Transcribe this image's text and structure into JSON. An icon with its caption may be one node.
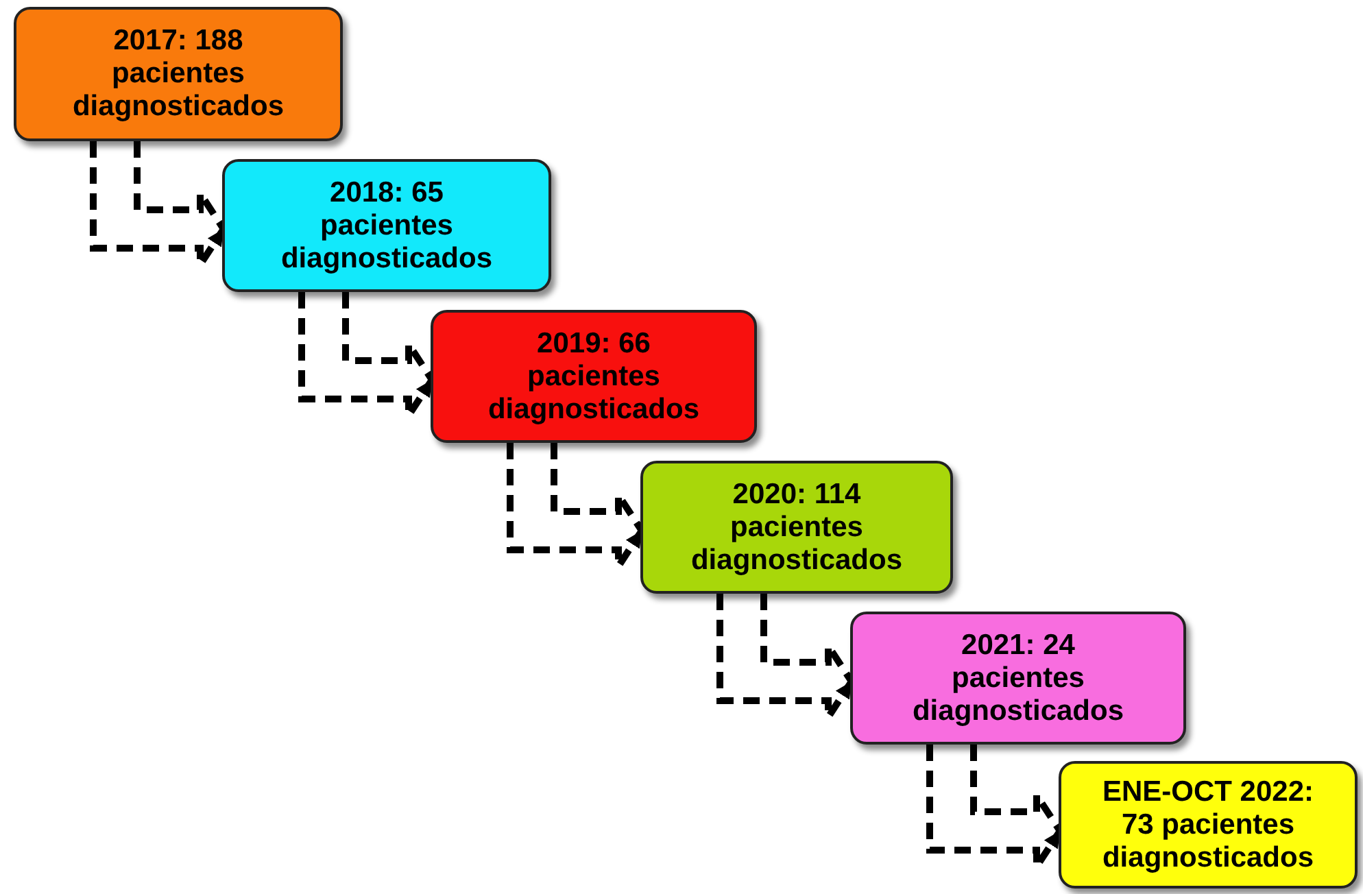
{
  "diagram": {
    "nodes": [
      {
        "text": [
          "2017: 188 pacientes diagnosticados"
        ]
      },
      {
        "text": [
          "2018: 65 pacientes diagnosticados"
        ]
      },
      {
        "text": [
          "2019: 66 pacientes diagnosticados"
        ]
      },
      {
        "text": [
          "2020: 114 pacientes diagnosticados"
        ]
      },
      {
        "text": [
          "2021: 24 pacientes diagnosticados"
        ]
      },
      {
        "text": [
          "ENE-OCT 2022: 73 pacientes diagnosticados"
        ]
      }
    ],
    "edges": [
      {
        "from": 0,
        "to": 1,
        "arrow": "to",
        "style": "dashed"
      },
      {
        "from": 1,
        "to": 2,
        "arrow": "to",
        "style": "dashed"
      },
      {
        "from": 2,
        "to": 3,
        "arrow": "to",
        "style": "dashed"
      },
      {
        "from": 3,
        "to": 4,
        "arrow": "to",
        "style": "dashed"
      },
      {
        "from": 4,
        "to": 5,
        "arrow": "to",
        "style": "dashed"
      }
    ]
  }
}
